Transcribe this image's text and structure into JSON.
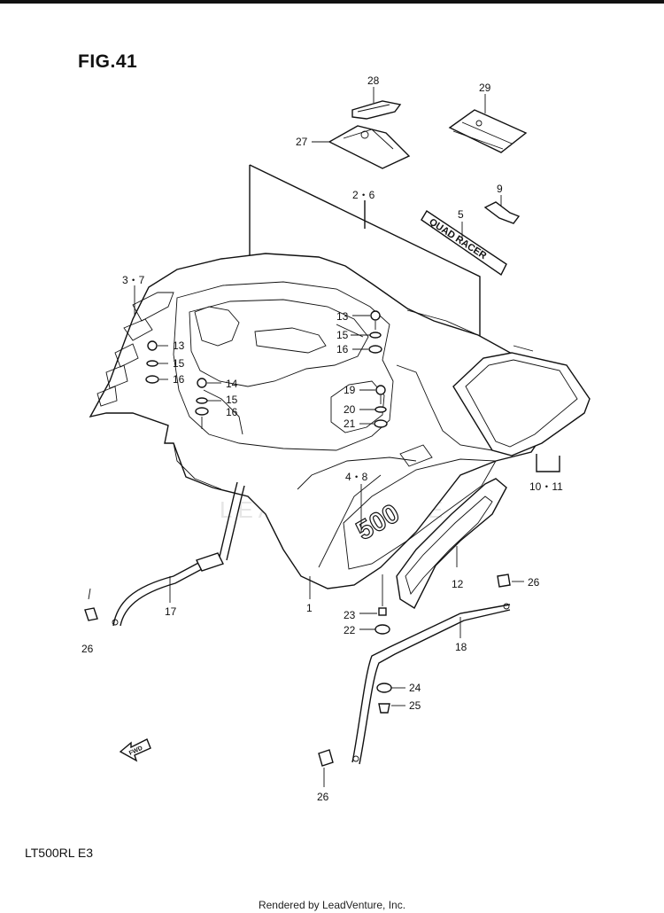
{
  "figure": {
    "title": "FIG.41",
    "model": "LT500RL  E3",
    "footer": "Rendered by LeadVenture, Inc.",
    "watermark": "LEADVENTURE"
  },
  "callouts": [
    {
      "id": "c28",
      "label": "28"
    },
    {
      "id": "c29",
      "label": "29"
    },
    {
      "id": "c27",
      "label": "27"
    },
    {
      "id": "c2-6",
      "label": "2・6"
    },
    {
      "id": "c9",
      "label": "9"
    },
    {
      "id": "c5",
      "label": "5"
    },
    {
      "id": "c3-7",
      "label": "3・7"
    },
    {
      "id": "c13a",
      "label": "13"
    },
    {
      "id": "c15a",
      "label": "15"
    },
    {
      "id": "c16a",
      "label": "16"
    },
    {
      "id": "c14",
      "label": "14"
    },
    {
      "id": "c15b",
      "label": "15"
    },
    {
      "id": "c16b",
      "label": "16"
    },
    {
      "id": "c13b",
      "label": "13"
    },
    {
      "id": "c15c",
      "label": "15"
    },
    {
      "id": "c16c",
      "label": "16"
    },
    {
      "id": "c19",
      "label": "19"
    },
    {
      "id": "c20",
      "label": "20"
    },
    {
      "id": "c21",
      "label": "21"
    },
    {
      "id": "c4-8",
      "label": "4・8"
    },
    {
      "id": "c10-11",
      "label": "10・11"
    },
    {
      "id": "c12",
      "label": "12"
    },
    {
      "id": "c26a",
      "label": "26"
    },
    {
      "id": "c1",
      "label": "1"
    },
    {
      "id": "c17",
      "label": "17"
    },
    {
      "id": "c23",
      "label": "23"
    },
    {
      "id": "c22",
      "label": "22"
    },
    {
      "id": "c18",
      "label": "18"
    },
    {
      "id": "c24",
      "label": "24"
    },
    {
      "id": "c25",
      "label": "25"
    },
    {
      "id": "c26b",
      "label": "26"
    },
    {
      "id": "c26c",
      "label": "26"
    }
  ],
  "decals": {
    "quad_racer": "QUAD RACER",
    "model_number": "500"
  },
  "icons": {
    "fwd_arrow": "FWD"
  }
}
